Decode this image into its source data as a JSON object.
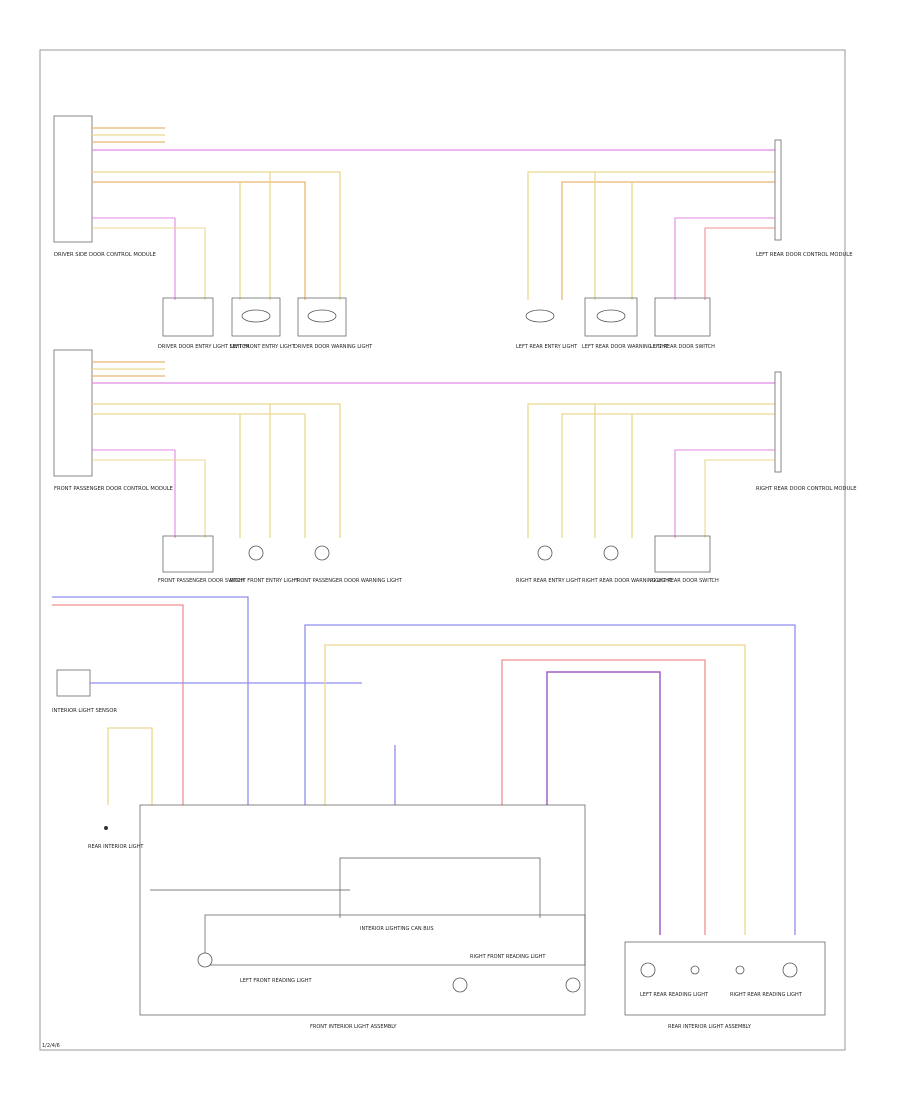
{
  "colors": {
    "yellow": "#ecd890",
    "orange": "#e8b870",
    "pink": "#e28ae2",
    "violet": "#a060c8",
    "blue": "#8f8fef",
    "red": "#f09090",
    "teal": "#7cb8c8",
    "black": "#555555"
  },
  "labels": {
    "page_id": "1/2/4/6",
    "section1_left_module": "DRIVER SIDE DOOR CONTROL MODULE",
    "section1_left_switch": "DRIVER DOOR ENTRY LIGHT SWITCH",
    "section1_left_entry": "LEFT FRONT ENTRY LIGHT",
    "section1_left_warning": "DRIVER DOOR WARNING LIGHT",
    "section1_right_entry": "LEFT REAR ENTRY LIGHT",
    "section1_right_warning": "LEFT REAR DOOR WARNING LIGHT",
    "section1_right_switch": "LEFT REAR DOOR SWITCH",
    "section1_right_module": "LEFT REAR DOOR CONTROL MODULE",
    "section2_left_module": "FRONT PASSENGER DOOR CONTROL MODULE",
    "section2_left_switch": "FRONT PASSENGER DOOR SWITCH",
    "section2_left_entry": "RIGHT FRONT ENTRY LIGHT",
    "section2_left_warning": "FRONT PASSENGER DOOR WARNING LIGHT",
    "section2_right_entry": "RIGHT REAR ENTRY LIGHT",
    "section2_right_warning": "RIGHT REAR DOOR WARNING LIGHT",
    "section2_right_switch": "RIGHT REAR DOOR SWITCH",
    "section2_right_module": "RIGHT REAR DOOR CONTROL MODULE",
    "interior_sensor": "INTERIOR LIGHT SENSOR",
    "rear_light_left": "REAR INTERIOR LIGHT",
    "front_assembly": "FRONT INTERIOR LIGHT ASSEMBLY",
    "rear_assembly": "REAR INTERIOR LIGHT ASSEMBLY",
    "front_left_reading": "LEFT FRONT READING LIGHT",
    "front_right_reading": "RIGHT FRONT READING LIGHT",
    "rear_left_reading": "LEFT REAR READING LIGHT",
    "rear_right_reading": "RIGHT REAR READING LIGHT",
    "can_bus": "INTERIOR LIGHTING CAN BUS"
  }
}
